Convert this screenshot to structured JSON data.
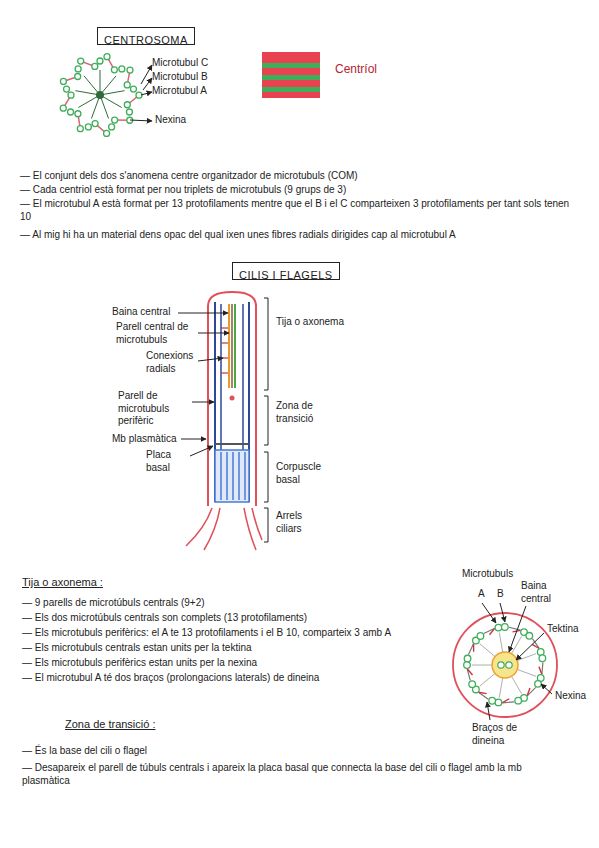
{
  "diagram": {
    "nodes": [
      {
        "text": [
          "CENTROSOMA"
        ]
      },
      {
        "text": [
          "CILIS I FLAGELS"
        ]
      }
    ],
    "labels": [
      "Microtubul C",
      "Microtubul B",
      "Microtubul A",
      "Nexina",
      "Centríol",
      "— El conjunt dels dos s'anomena centre organitzador de microtubuls (COM)",
      "— Cada centriol està format per nou triplets de microtubuls (9 grups de 3)",
      "— El microtubul A està format per 13 protofilaments mentre que el B i el C comparteixen 3 protofilaments per tant sols tenen 10",
      "— Al mig hi ha un material dens opac del qual ixen unes fibres radials dirigides cap al microtubul A",
      "Baina central",
      "Parell central de microtubuls",
      "Conexions radials",
      "Parell de microtubuls perifèric",
      "Mb plasmàtica",
      "Placa basal",
      "Tija o axonema",
      "Zona de transició",
      "Corpuscle basal",
      "Arrels ciliars",
      "Tija o axonema :",
      "— 9 parells de microtúbuls centrals (9+2)",
      "— Els dos microtúbuls centrals son complets (13 protofilaments)",
      "— Els microtubuls perifèrics: el A te 13 protofilaments i el B 10, comparteix 3 amb A",
      "— Els microtubuls centrals estan units per la tektina",
      "— Els microtubuls perifèrics estan units per la nexina",
      "— El microtubul A té dos braços (prolongacions laterals) de dineina",
      "Microtubuls",
      "A",
      "B",
      "Baina central",
      "Tektina",
      "Nexina",
      "Braços de dineina",
      "Zona de transició :",
      "— És la base del cili o flagel",
      "— Desapareix el parell de túbuls centrals i apareix la placa basal que connecta la base del cili o flagel amb la mb plasmàtica"
    ]
  }
}
